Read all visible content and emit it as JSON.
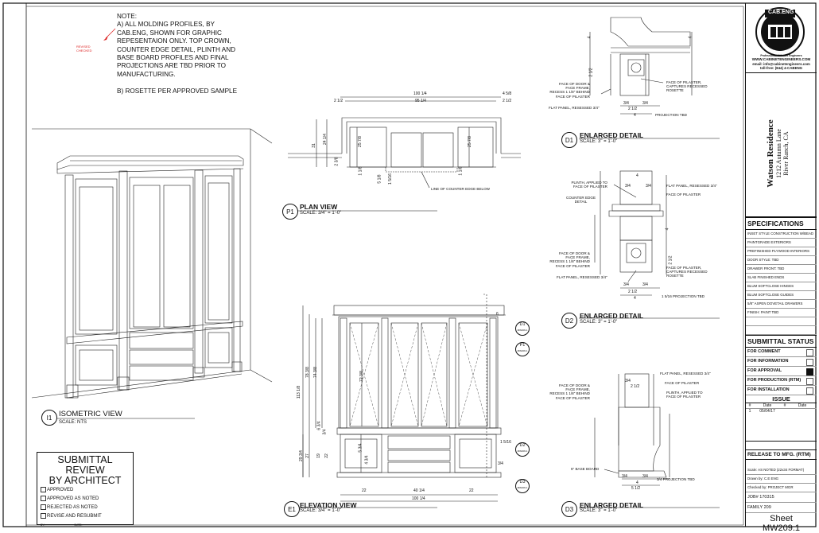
{
  "note": {
    "title": "NOTE:",
    "body": "A) ALL MOLDING PROFILES, BY CAB.ENG, SHOWN FOR GRAPHIC REPESENTAION ONLY. TOP CROWN, COUNTER EDGE DETAIL, PLINTH AND BASE BOARD PROFILES AND FINAL PROJECTIONS ARE TBD PRIOR TO MANUFACTURING.",
    "body2": "B) ROSETTE PER APPROVED SAMPLE",
    "redmark": "REVISED CHECKED"
  },
  "views": {
    "iso": {
      "tag": "I1",
      "title": "ISOMETRIC VIEW",
      "scale": "SCALE: NTS"
    },
    "plan": {
      "tag": "P1",
      "title": "PLAN VIEW",
      "scale": "SCALE: 3/4\" = 1'-0\"",
      "edge_label": "LINE OF COUNTER EDGE BELOW"
    },
    "elev": {
      "tag": "E1",
      "title": "ELEVATION VIEW",
      "scale": "SCALE: 3/4\" = 1'-0\""
    },
    "d1": {
      "tag": "D1",
      "title": "ENLARGED DETAIL",
      "scale": "SCALE: 3\" = 1'-0\""
    },
    "d2": {
      "tag": "D2",
      "title": "ENLARGED DETAIL",
      "scale": "SCALE: 3\" = 1'-0\""
    },
    "d3": {
      "tag": "D3",
      "title": "ENLARGED DETAIL",
      "scale": "SCALE: 3\" = 1'-0\""
    }
  },
  "elev_tags": [
    {
      "label": "D1",
      "ref": "MW209.1"
    },
    {
      "label": "P1",
      "ref": "MW209.1"
    },
    {
      "label": "D2",
      "ref": "MW209.1"
    },
    {
      "label": "D3",
      "ref": "MW209.1"
    }
  ],
  "plan_dims": {
    "overall": "100 1/4",
    "inner": "95 1/4",
    "left": "2 1/2",
    "right_a": "4 5/8",
    "right_b": "2 1/2",
    "depth_a": "31",
    "depth_b": "24 1/4",
    "depth_c": "2 3/8",
    "height": "25 7/8",
    "h2": "25 7/8",
    "small_a": "1 1/8",
    "small_b": "5 1/8",
    "small_c": "1 5/16",
    "small_d": "1 1/8"
  },
  "elev_dims": {
    "overall_w": "100 1/4",
    "w_left": "22",
    "w_mid": "40 1/4",
    "w_right": "22",
    "h_total": "113 1/8",
    "h_a": "78 3/8",
    "h_b": "74 3/8",
    "h_c": "72 3/8",
    "h_d": "29 3/4",
    "h_e": "27",
    "h_f": "19",
    "h_g": "22",
    "h_h": "5 3/4",
    "h_i": "4 3/4",
    "h_j": "6 3/4",
    "h_k": "3/4",
    "proj": "1 5/16",
    "top": "6",
    "low": "3/4"
  },
  "d1_labels": {
    "face_door": "FACE OF DOOR &\nFACE FRAME,\nRECESS 1 1/8\" BEHIND\nFACE OF PILASTER",
    "flat_panel": "FLAT PANEL, RESESSED 3/4\"",
    "face_pilaster": "FACE OF PILASTER,\nCAPTURES RECESSED\nROSETTE",
    "proj": "PROJECTION TBD",
    "d_a": "3/4",
    "d_b": "3/4",
    "d_c": "2 1/2",
    "d_d": "4",
    "d_e": "2 1/2",
    "d_f": "4",
    "d_g": "4"
  },
  "d2_labels": {
    "plinth": "PLINTH, APPLIED TO\nFACE OF PILASTER",
    "counter_edge": "COUNTER EDGE\nDETAIL",
    "flat_panel_top": "FLAT PANEL, RESESSED 3/4\"",
    "face_pilaster": "FACE OF PILASTER",
    "face_door": "FACE OF DOOR &\nFACE FRAME,\nRECESS 1 1/8\" BEHIND\nFACE OF PILASTER",
    "flat_panel": "FLAT PANEL, RESESSED 3/4\"",
    "face_pilaster2": "FACE OF PILASTER,\nCAPTURES RECESSED\nROSETTE",
    "proj": "1 5/16 PROJECTION TBD",
    "d_a": "4",
    "d_b": "3/4",
    "d_c": "3/4",
    "d_d": "2 1/2",
    "d_e": "4",
    "d_f": "3/4",
    "d_g": "3/4",
    "d_h": "2 1/2",
    "d_i": "4"
  },
  "d3_labels": {
    "flat_panel": "FLAT PANEL, RESESSED 3/4\"",
    "face_pilaster": "FACE OF PILASTER",
    "face_door": "FACE OF DOOR &\nFACE FRAME,\nRECESS 1 1/8\" BEHIND\nFACE OF PILASTER",
    "plinth": "PLINTH, APPLIED TO\nFACE OF PILASTER",
    "base": "5\" BASE BOARD",
    "proj": "3/4 PROJECTION TBD",
    "d_a": "3/4",
    "d_b": "2 1/2",
    "d_c": "3/4",
    "d_d": "4",
    "d_e": "3/4",
    "d_f": "5 1/2"
  },
  "review": {
    "title": "SUBMITTAL REVIEW\nBY ARCHITECT",
    "options": [
      "APPROVED",
      "APPROVED AS NOTED",
      "REJECTED AS NOTED",
      "REVISE AND RESUBMIT"
    ],
    "by": "BY:",
    "date": "DATE:"
  },
  "title_block": {
    "logo_text": "CAB.ENG",
    "logo_sub": "Professional Millwork Engineers",
    "web": "WWW.CABINETENGINEERS.COM",
    "email": "email: info@cabinetengineers.com",
    "phone": "toll-free: (844) 4-CABENG",
    "project": "Watson Residence",
    "address1": "1212 Autumn Lane",
    "address2": "River Ranch, CA",
    "spec_title": "SPECIFICATIONS",
    "specs": [
      "INSET STYLE CONSTRUCTION W/BEAD",
      "PAINTGRADE EXTERIORS",
      "PREFINISHED PLYWOOD INTERIORS",
      "DOOR STYLE: TBD",
      "DRAWER FRONT: TBD",
      "SLAB FINISHED ENDS",
      "BLUM SOFTCLOSE HINGES",
      "BLUM SOFTCLOSE GUIDES",
      "5/8\" ASPEN DOVETAIL DRAWERS",
      "FINISH: PAINT TBD"
    ],
    "status_title": "SUBMITTAL STATUS",
    "statuses": [
      {
        "label": "FOR COMMENT",
        "checked": false
      },
      {
        "label": "FOR INFORMATION",
        "checked": false
      },
      {
        "label": "FOR APPROVAL",
        "checked": true
      },
      {
        "label": "FOR PRODUCTION (RTM)",
        "checked": false
      },
      {
        "label": "FOR INSTALLATION",
        "checked": false
      }
    ],
    "issue_title": "ISSUE",
    "issue_cols": [
      "#",
      "Date",
      "#",
      "Date"
    ],
    "issue_row": [
      "1",
      "05/04/17"
    ],
    "release": "RELEASE TO MFG. (RTM)",
    "scale": "Scale: AS NOTED (22x34 FORMAT)",
    "drawn": "Drawn by: C.E ENG",
    "checked": "Checked by: PROJECT MGR",
    "job": "JOB# 170315",
    "family": "FAMILY 209",
    "sheet_label": "Sheet",
    "sheet_no": "MW209.1"
  }
}
